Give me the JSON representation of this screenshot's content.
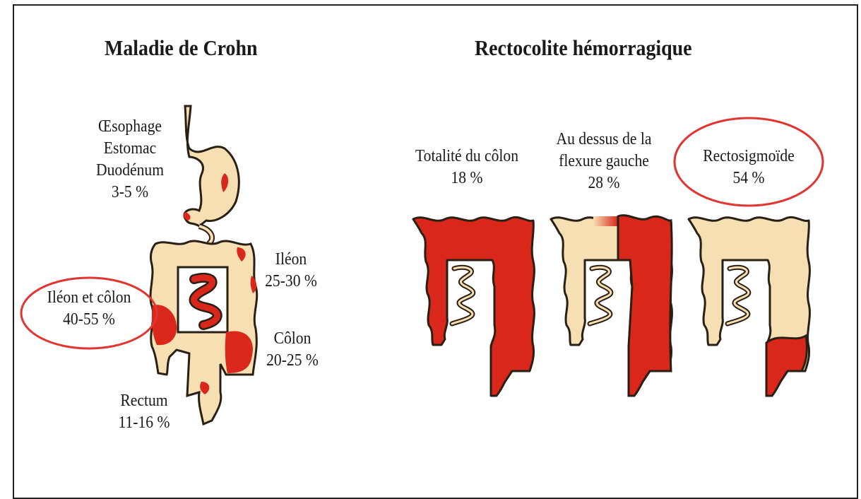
{
  "titles": {
    "left": "Maladie de Crohn",
    "right": "Rectocolite hémorragique"
  },
  "crohn": {
    "upper_gi": {
      "line1": "Œsophage",
      "line2": "Estomac",
      "line3": "Duodénum",
      "pct": "3-5 %"
    },
    "ileum": {
      "name": "Iléon",
      "pct": "25-30 %"
    },
    "ileum_colon": {
      "name": "Iléon et côlon",
      "pct": "40-55 %"
    },
    "colon": {
      "name": "Côlon",
      "pct": "20-25 %"
    },
    "rectum": {
      "name": "Rectum",
      "pct": "11-16 %"
    }
  },
  "rch": {
    "total": {
      "line1": "Totalité du côlon",
      "pct": "18 %"
    },
    "left_flexure": {
      "line1": "Au dessus de la",
      "line2": "flexure gauche",
      "pct": "28 %"
    },
    "rectosigmoid": {
      "line1": "Rectosigmoïde",
      "pct": "54 %"
    }
  },
  "colors": {
    "tissue": "#f6dfb2",
    "inflammation": "#d9271c",
    "outline": "#2a1f14",
    "highlight_circle": "#e03530"
  }
}
